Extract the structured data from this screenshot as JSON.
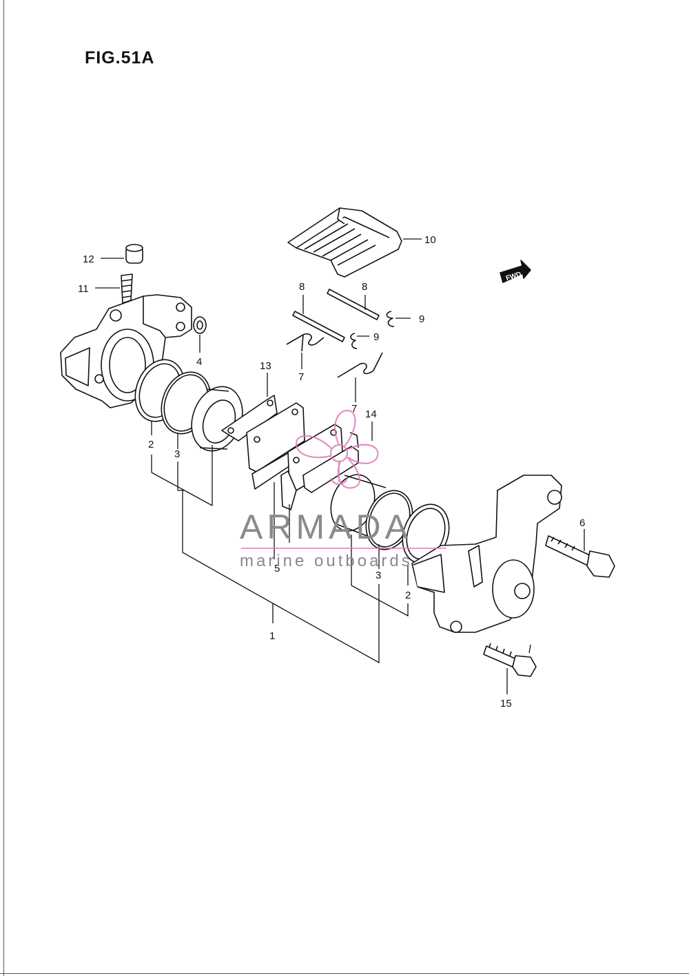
{
  "figure": {
    "title": "FIG.51A"
  },
  "callouts": {
    "c1": "1",
    "c2a": "2",
    "c2b": "2",
    "c3a": "3",
    "c3b": "3",
    "c4": "4",
    "c5": "5",
    "c6": "6",
    "c7a": "7",
    "c7b": "7",
    "c8a": "8",
    "c8b": "8",
    "c9a": "9",
    "c9b": "9",
    "c10": "10",
    "c11": "11",
    "c12": "12",
    "c13": "13",
    "c14": "14",
    "c15": "15"
  },
  "fwd_marker": {
    "label": "FWD"
  },
  "watermark": {
    "brand": "ARMADA",
    "tagline": "marine outboards",
    "logo_color": "#e07bb8",
    "text_color": "#8a8a8a"
  }
}
